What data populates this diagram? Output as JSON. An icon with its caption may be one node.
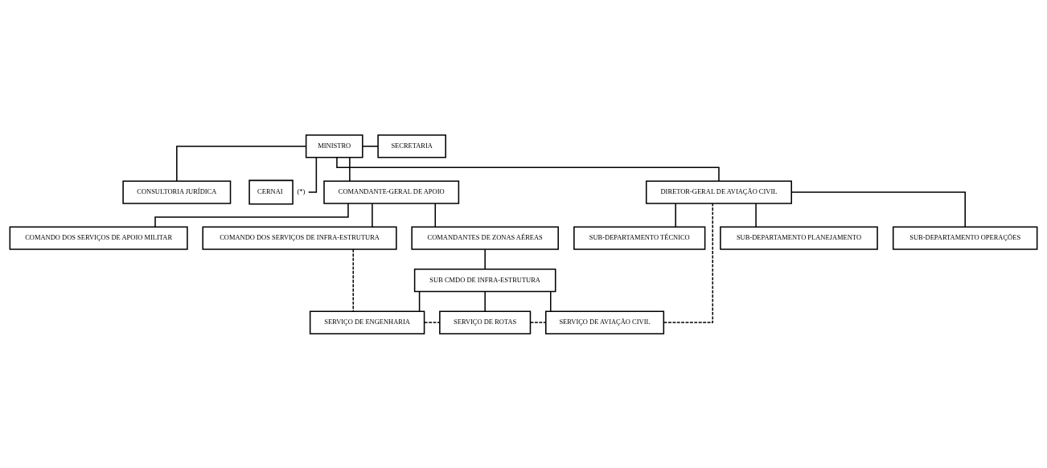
{
  "diagram": {
    "nodes": [
      {
        "text": [
          "MINISTRO"
        ]
      },
      {
        "text": [
          "SECRETARIA"
        ]
      },
      {
        "text": [
          "CONSULTORIA JURÍDICA"
        ]
      },
      {
        "text": [
          "CERNAI"
        ],
        "beside": [
          "(*)"
        ]
      },
      {
        "text": [
          "COMANDANTE-GERAL DE APOIO"
        ]
      },
      {
        "text": [
          "DIRETOR-GERAL DE AVIAÇÃO CIVIL"
        ]
      },
      {
        "text": [
          "COMANDO DOS SERVIÇOS DE APOIO MILITAR"
        ]
      },
      {
        "text": [
          "COMANDO DOS SERVIÇOS DE INFRA-ESTRUTURA"
        ]
      },
      {
        "text": [
          "COMANDANTES DE ZONAS AÉREAS"
        ]
      },
      {
        "text": [
          "SUB-DEPARTAMENTO TÉCNICO"
        ]
      },
      {
        "text": [
          "SUB-DEPARTAMENTO PLANEJAMENTO"
        ]
      },
      {
        "text": [
          "SUB-DEPARTAMENTO OPERAÇÕES"
        ]
      },
      {
        "text": [
          "SUB CMDO DE INFRA-ESTRUTURA"
        ]
      },
      {
        "text": [
          "SERVIÇO DE ENGENHARIA"
        ]
      },
      {
        "text": [
          "SERVIÇO DE ROTAS"
        ]
      },
      {
        "text": [
          "SERVIÇO DE AVIAÇÃO CIVIL"
        ]
      }
    ],
    "edges": [
      {
        "from": 0,
        "to": 1,
        "arrow": "none"
      },
      {
        "from": 0,
        "to": 2,
        "arrow": "none"
      },
      {
        "from": 0,
        "to": 3,
        "arrow": "none"
      },
      {
        "from": 0,
        "to": 4,
        "arrow": "none"
      },
      {
        "from": 0,
        "to": 5,
        "arrow": "none"
      },
      {
        "from": 4,
        "to": 6,
        "arrow": "none"
      },
      {
        "from": 4,
        "to": 7,
        "arrow": "none"
      },
      {
        "from": 4,
        "to": 8,
        "arrow": "none"
      },
      {
        "from": 5,
        "to": 9,
        "arrow": "none"
      },
      {
        "from": 5,
        "to": 10,
        "arrow": "none"
      },
      {
        "from": 5,
        "to": 11,
        "arrow": "none"
      },
      {
        "from": 8,
        "to": 12,
        "arrow": "none"
      },
      {
        "from": 12,
        "to": 13,
        "arrow": "none"
      },
      {
        "from": 12,
        "to": 14,
        "arrow": "none"
      },
      {
        "from": 12,
        "to": 15,
        "arrow": "none"
      },
      {
        "from": 7,
        "to": 13,
        "arrow": "none",
        "style": "dashed"
      },
      {
        "from": 13,
        "to": 14,
        "arrow": "none",
        "style": "dashed"
      },
      {
        "from": 14,
        "to": 15,
        "arrow": "none",
        "style": "dashed"
      },
      {
        "from": 15,
        "to": 5,
        "arrow": "none",
        "style": "dashed"
      }
    ]
  }
}
